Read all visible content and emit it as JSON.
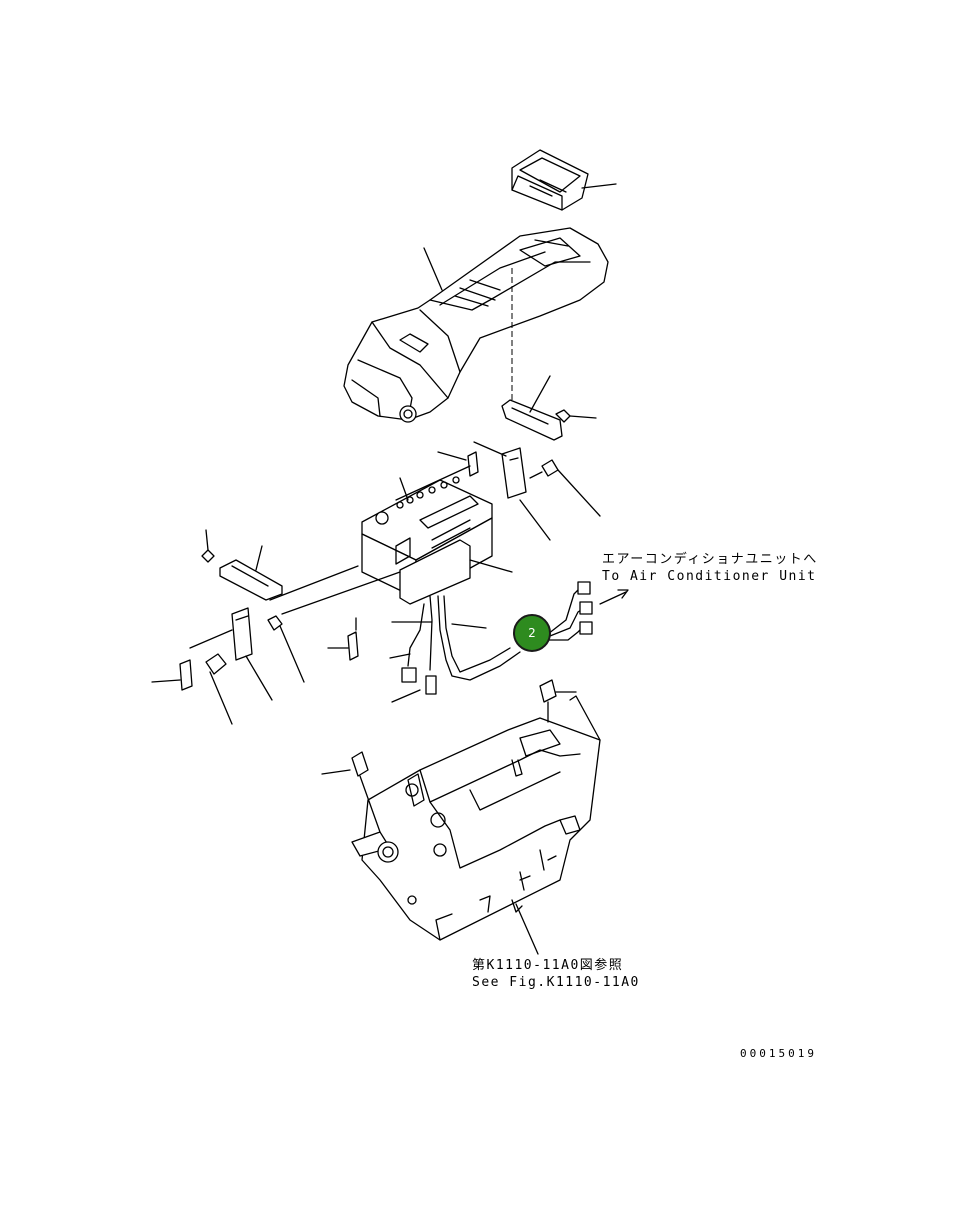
{
  "annotations": {
    "ac_unit_jp": "エアーコンディショナユニットへ",
    "ac_unit_en": "To Air Conditioner Unit",
    "fig_ref_jp": "第K1110-11A0図参照",
    "fig_ref_en": "See Fig.K1110-11A0",
    "drawing_no": "00015019"
  },
  "callout": {
    "label": "2",
    "color": "#2e8b1f"
  }
}
